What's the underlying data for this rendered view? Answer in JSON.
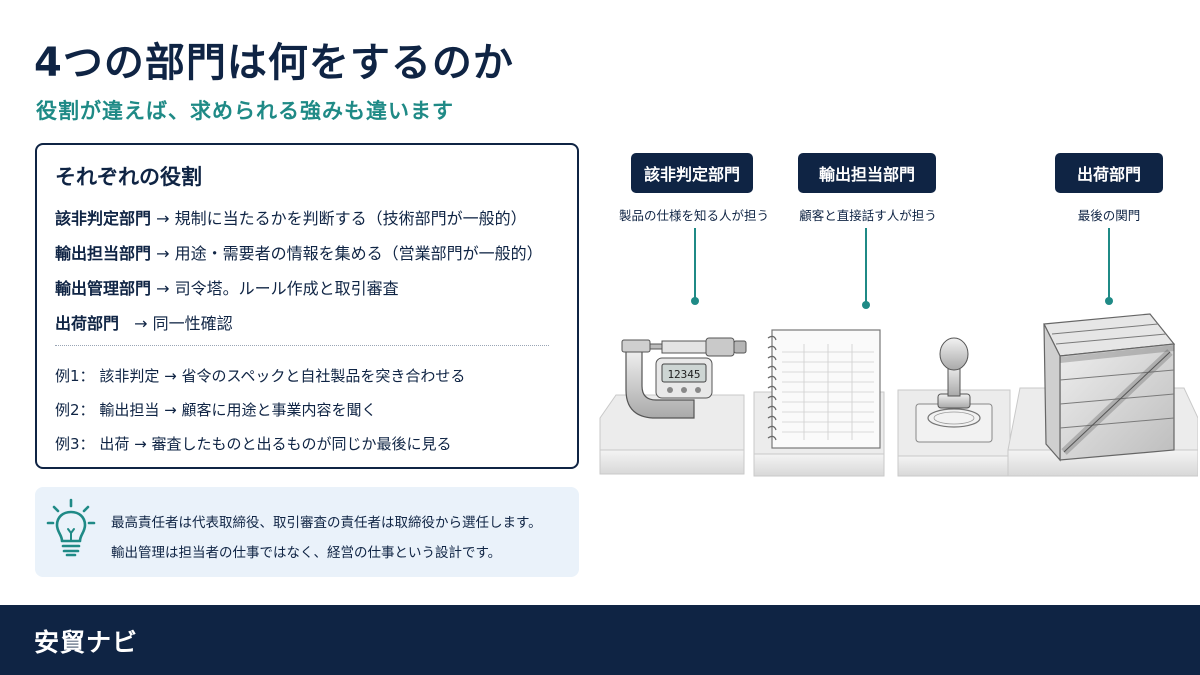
{
  "header": {
    "title": "4つの部門は何をするのか",
    "subtitle": "役割が違えば、求められる強みも違います"
  },
  "roles": {
    "heading": "それぞれの役割",
    "items": [
      {
        "dept": "該非判定部門",
        "arrow": "→",
        "desc": "規制に当たるかを判断する（技術部門が一般的）"
      },
      {
        "dept": "輸出担当部門",
        "arrow": "→",
        "desc": "用途・需要者の情報を集める（営業部門が一般的）"
      },
      {
        "dept": "輸出管理部門",
        "arrow": "→",
        "desc": "司令塔。ルール作成と取引審査"
      },
      {
        "dept": "出荷部門",
        "arrow": "→",
        "desc": "同一性確認"
      }
    ],
    "examples": [
      {
        "label": "例1：",
        "subject": "該非判定",
        "arrow": "→",
        "desc": "省令のスペックと自社製品を突き合わせる"
      },
      {
        "label": "例2：",
        "subject": "輸出担当",
        "arrow": "→",
        "desc": "顧客に用途と事業内容を聞く"
      },
      {
        "label": "例3：",
        "subject": "出荷",
        "arrow": "→",
        "desc": "審査したものと出るものが同じか最後に見る"
      }
    ]
  },
  "tip": {
    "icon": "lightbulb-icon",
    "lines": [
      "最高責任者は代表取締役、取引審査の責任者は取締役から選任します。",
      "輸出管理は担当者の仕事ではなく、経営の仕事という設計です。"
    ]
  },
  "departments": [
    {
      "label": "該非判定部門",
      "desc": "製品の仕様を知る人が担う",
      "object": "micrometer"
    },
    {
      "label": "輸出担当部門",
      "desc": "顧客と直接話す人が担う",
      "object": "notebook"
    },
    {
      "label": "出荷部門",
      "desc": "最後の関門",
      "object": "wooden-crate"
    }
  ],
  "illustration": {
    "micrometer_reading": "12345",
    "stamp": "stamp"
  },
  "footer": {
    "brand": "安貿ナビ"
  },
  "colors": {
    "navy": "#0f2444",
    "teal": "#1f8a86",
    "tip_bg": "#eaf2fa"
  }
}
